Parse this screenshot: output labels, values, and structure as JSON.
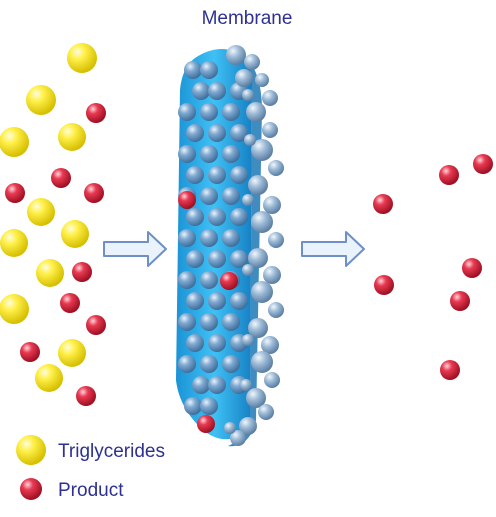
{
  "title": "Membrane",
  "legend": [
    {
      "label": "Triglycerides",
      "color": "#f4e41a",
      "icon": "yellow-sphere-icon"
    },
    {
      "label": "Product",
      "color": "#d9283c",
      "icon": "red-sphere-icon"
    }
  ],
  "colors": {
    "triglyceride": "#f4e41a",
    "product": "#d9283c",
    "membrane_body": "#29a9e8",
    "membrane_bead": "#5c8fbd",
    "arrow_fill": "#eaf2fb",
    "arrow_stroke": "#6f8fc8",
    "text": "#2e3192"
  },
  "arrows": [
    "feed-arrow",
    "permeate-arrow"
  ]
}
